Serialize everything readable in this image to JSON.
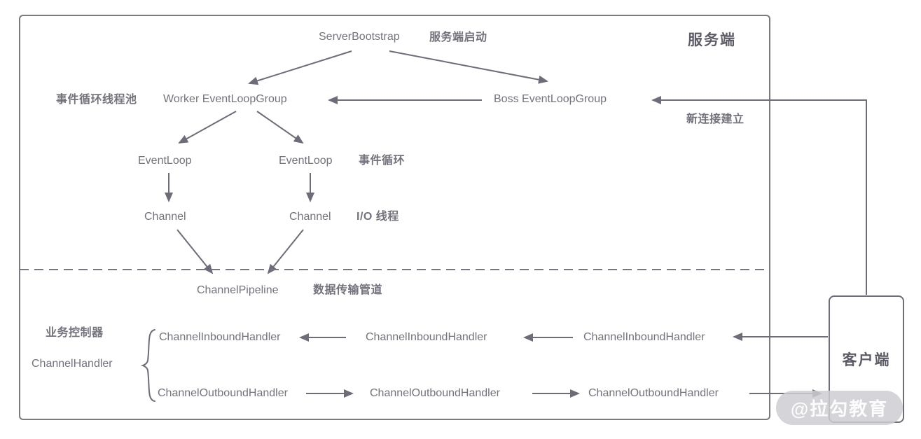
{
  "diagram": {
    "nodes": {
      "server_bootstrap": "ServerBootstrap",
      "boss_group": "Boss EventLoopGroup",
      "worker_group": "Worker EventLoopGroup",
      "event_loops": [
        "EventLoop",
        "EventLoop"
      ],
      "channels": [
        "Channel",
        "Channel"
      ],
      "pipeline": "ChannelPipeline",
      "handler": "ChannelHandler",
      "inbound": [
        "ChannelInboundHandler",
        "ChannelInboundHandler",
        "ChannelInboundHandler"
      ],
      "outbound": [
        "ChannelOutboundHandler",
        "ChannelOutboundHandler",
        "ChannelOutboundHandler"
      ]
    },
    "annotations": {
      "server_startup": "服务端启动",
      "server_side": "服务端",
      "event_loop_pool": "事件循环线程池",
      "new_connection": "新连接建立",
      "event_loop": "事件循环",
      "io_thread": "I/O 线程",
      "data_pipeline": "数据传输管道",
      "business_controller": "业务控制器",
      "client_side": "客户端"
    },
    "watermark": "@拉勾教育",
    "colors": {
      "line": "#6e6c78",
      "text": "#74727c",
      "box_border": "#7b7a80",
      "watermark_bg": "#cdcdd2",
      "watermark_text": "#ffffff"
    }
  }
}
